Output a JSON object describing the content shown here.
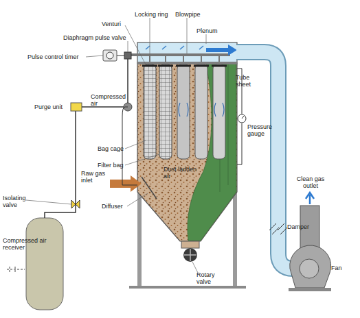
{
  "diagram": {
    "labels": [
      "Locking ring",
      "Blowpipe",
      "Venturi",
      "Plenum",
      "Diaphragm pulse valve",
      "Pulse control timer",
      "Compressed air",
      "Purge unit",
      "Tube sheet",
      "Pressure gauge",
      "Bag cage",
      "Filter bag",
      "Dust ladden air",
      "Raw gas inlet",
      "Clean gas outlet",
      "Isolating valve",
      "Diffuser",
      "Damper",
      "Compressed air receiver",
      "Fan",
      "Rotary valve"
    ]
  }
}
